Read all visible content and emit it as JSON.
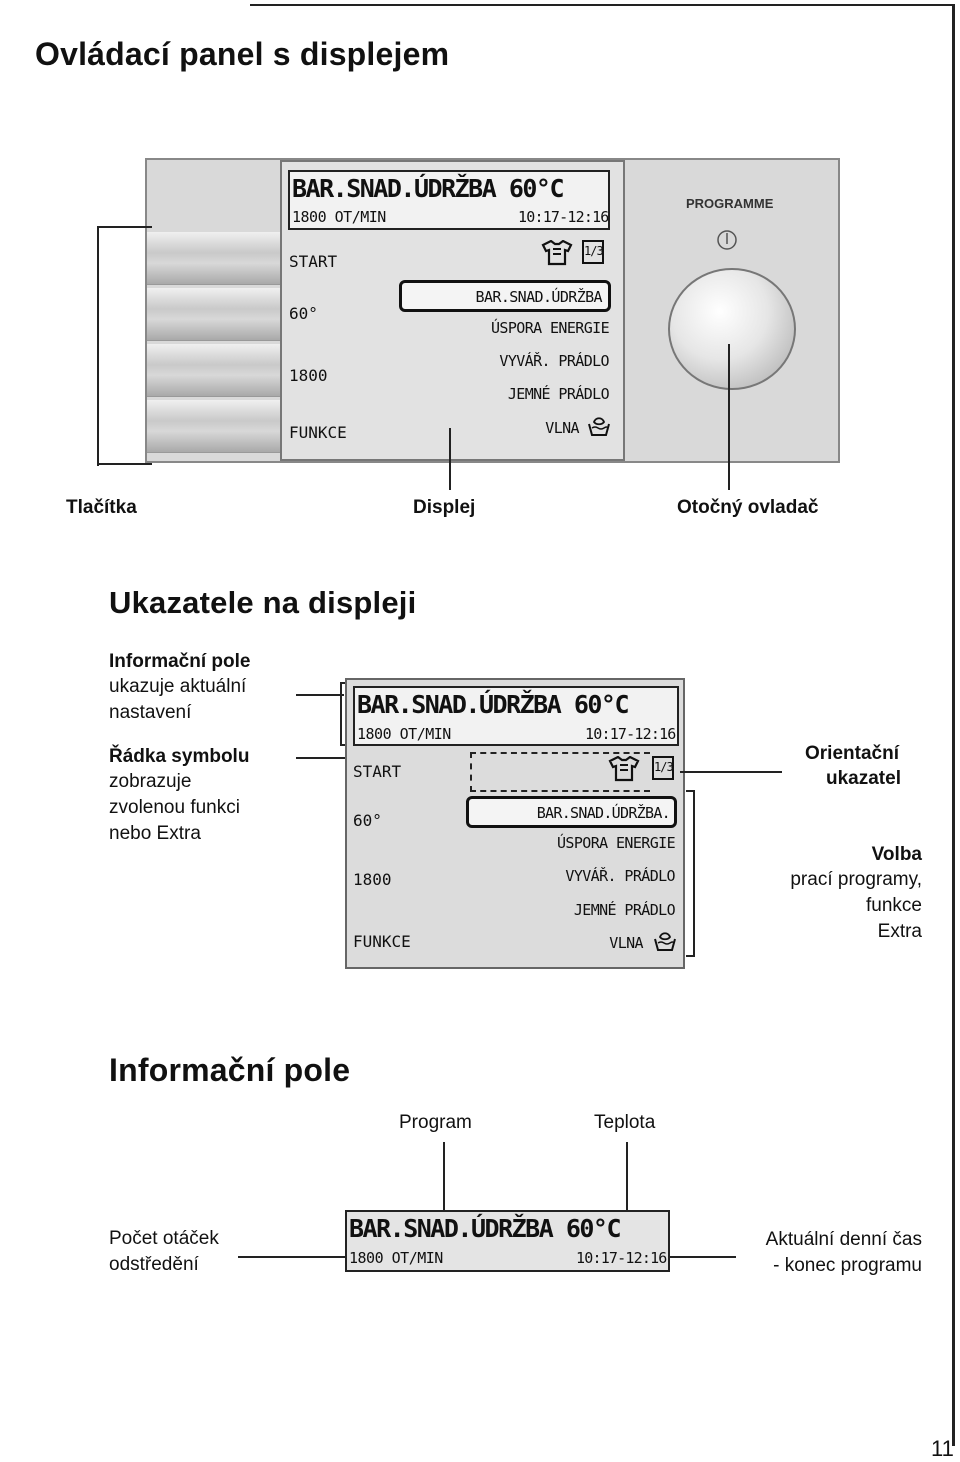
{
  "headings": {
    "panel_title": "Ovládací panel s displejem",
    "indicators_title": "Ukazatele na displeji",
    "info_field_title": "Informační pole"
  },
  "panel": {
    "programme_label": "PROGRAMME",
    "display": {
      "program_line": "BAR.SNAD.ÚDRŽBA 60°C",
      "speed": "1800 OT/MIN",
      "time": "10:17-12:16",
      "start": "START",
      "temp": "60°",
      "spin": "1800",
      "funkce": "FUNKCE",
      "fraction": "1/3",
      "programs": [
        "BAR.SNAD.ÚDRŽBA",
        "ÚSPORA ENERGIE",
        "VYVÁŘ. PRÁDLO",
        "JEMNÉ PRÁDLO",
        "VLNA"
      ]
    }
  },
  "panel_labels": {
    "buttons": "Tlačítka",
    "display": "Displej",
    "dial": "Otočný ovladač"
  },
  "indicators": {
    "info_field_head": "Informační pole",
    "info_field_text": [
      "ukazuje aktuální",
      "nastavení"
    ],
    "symbol_row_head": "Řádka symbolu",
    "symbol_row_text": [
      "zobrazuje",
      "zvolenou funkci",
      "nebo Extra"
    ],
    "orientation_head": [
      "Orientační",
      "ukazatel"
    ],
    "selection_head": "Volba",
    "selection_text": [
      "prací programy,",
      "funkce",
      "Extra"
    ],
    "display": {
      "program_line": "BAR.SNAD.ÚDRŽBA 60°C",
      "speed": "1800 OT/MIN",
      "time": "10:17-12:16",
      "start": "START",
      "temp": "60°",
      "spin": "1800",
      "funkce": "FUNKCE",
      "fraction": "1/3",
      "programs": [
        "BAR.SNAD.ÚDRŽBA.",
        "ÚSPORA ENERGIE",
        "VYVÁŘ. PRÁDLO",
        "JEMNÉ PRÁDLO",
        "VLNA"
      ]
    }
  },
  "info_field": {
    "program_label": "Program",
    "temp_label": "Teplota",
    "speed_label": [
      "Počet otáček",
      "odstředění"
    ],
    "time_label": [
      "Aktuální denní čas",
      "- konec programu"
    ],
    "program_line": "BAR.SNAD.ÚDRŽBA 60°C",
    "speed": "1800 OT/MIN",
    "time": "10:17-12:16"
  },
  "page_number": "11",
  "icons": [
    "shirt-icon",
    "wool-wash-icon",
    "power-icon"
  ]
}
